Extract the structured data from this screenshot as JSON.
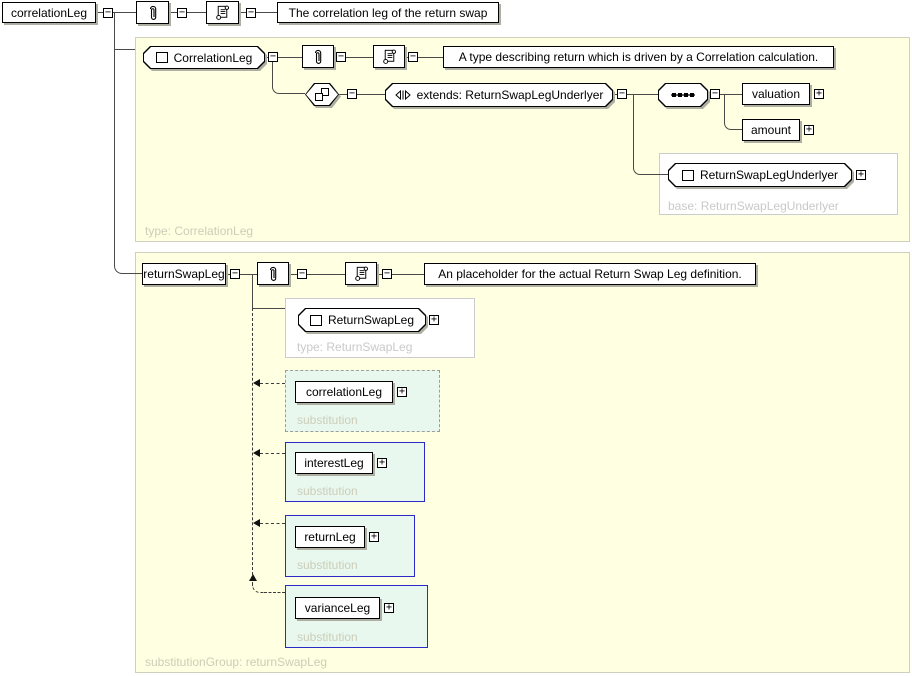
{
  "colors": {
    "panel-bg": "#ffffe1",
    "panel-border": "#d0d0be",
    "subpanel-border": "#cccccc",
    "mint-bg": "#e8f8ee",
    "blue-border": "#2a2ac8",
    "gray-text": "#cdcdb9",
    "gray-text-white": "#c9c9c9",
    "line": "#4a4a4a",
    "shadow": "#aeaea2"
  },
  "icons": {
    "collapse": "−",
    "expand": "+"
  },
  "root": {
    "element": "correlationLeg",
    "annotation": "The correlation leg of the return swap"
  },
  "correlation_panel": {
    "type_name": "CorrelationLeg",
    "annotation": "A type describing return which is driven by a Correlation calculation.",
    "extends": "extends: ReturnSwapLegUnderlyer",
    "elements": [
      "valuation",
      "amount"
    ],
    "base_type": "ReturnSwapLegUnderlyer",
    "base_footer": "base: ReturnSwapLegUnderlyer",
    "footer": "type: CorrelationLeg"
  },
  "return_swap_panel": {
    "element": "returnSwapLeg",
    "annotation": "An placeholder for the actual Return Swap Leg definition.",
    "type_name": "ReturnSwapLeg",
    "type_footer": "type: ReturnSwapLeg",
    "substitutions": [
      {
        "label": "correlationLeg",
        "footer": "substitution"
      },
      {
        "label": "interestLeg",
        "footer": "substitution"
      },
      {
        "label": "returnLeg",
        "footer": "substitution"
      },
      {
        "label": "varianceLeg",
        "footer": "substitution"
      }
    ],
    "footer": "substitutionGroup: returnSwapLeg"
  }
}
